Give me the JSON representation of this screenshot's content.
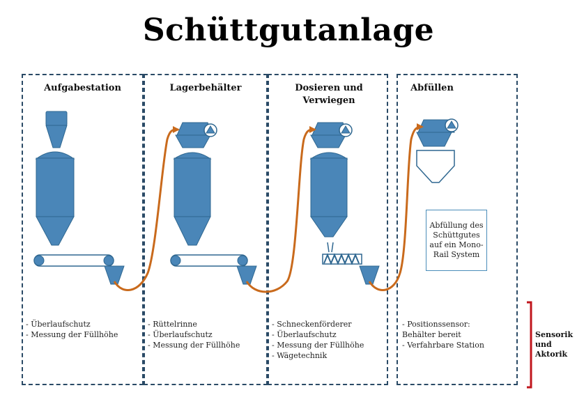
{
  "title": "Schüttgutanlage",
  "stations": [
    {
      "name": "Aufgabestation",
      "features": [
        "- Überlaufschutz",
        "- Messung der Füllhöhe"
      ]
    },
    {
      "name": "Lagerbehälter",
      "features": [
        "- Rüttelrinne",
        "- Überlaufschutz",
        "- Messung der Füllhöhe"
      ]
    },
    {
      "name": "Dosieren und Verwiegen",
      "features": [
        "- Schneckenförderer",
        "- Überlaufschutz",
        "- Messung der Füllhöhe",
        "- Wägetechnik"
      ]
    },
    {
      "name": "Abfüllen",
      "features": [
        "- Positionssensor:  Behälter bereit",
        "- Verfahrbare Station"
      ]
    }
  ],
  "callout": "Abfüllung des Schüttgutes auf ein Mono-Rail System",
  "legend": "Sensorik und Aktorik",
  "colors": {
    "vessel": "#4a86b8",
    "vessel_stroke": "#2f6790",
    "transfer": "#c96a1c",
    "border": "#2a4a66",
    "bracket": "#c0161c"
  }
}
